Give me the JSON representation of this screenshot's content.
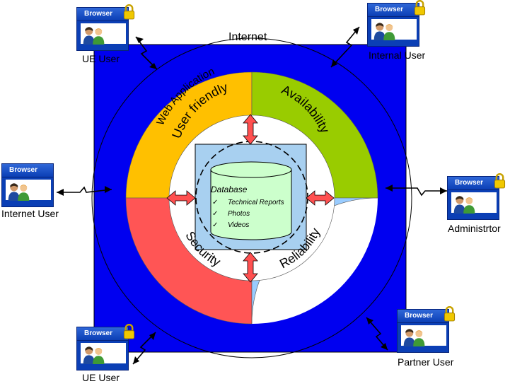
{
  "diagram": {
    "title": "Internet",
    "ring_label": "Web Application",
    "quadrants": {
      "top_left": "User friendly",
      "top_right": "Availability",
      "bottom_left": "Security",
      "bottom_right": "Reliability"
    },
    "database": {
      "label": "Database",
      "items": [
        "Technical Reports",
        "Photos",
        "Videos"
      ]
    }
  },
  "browser_title": "Browser",
  "clients": {
    "top_left": "UE User",
    "top_right": "Internal User",
    "left": "Internet User",
    "right": "Administrtor",
    "bottom_left": "UE User",
    "bottom_right": "Partner User"
  },
  "colors": {
    "square": "#0000f0",
    "user_friendly": "#ffc000",
    "availability": "#99cc00",
    "security": "#ff5555",
    "reliability": "#99ccff",
    "database_box": "#a8d0f0",
    "cylinder": "#ccffcc",
    "arrow": "#ff5050"
  }
}
